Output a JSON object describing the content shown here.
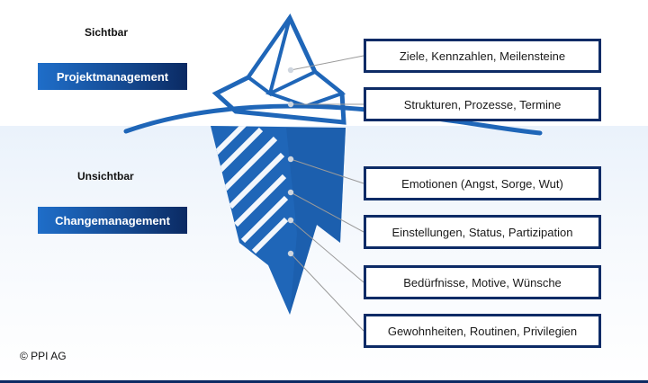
{
  "diagram": {
    "visible_label": "Sichtbar",
    "invisible_label": "Unsichtbar",
    "visible_category": "Projektmanagement",
    "invisible_category": "Changemanagement",
    "visible_items": [
      "Ziele, Kennzahlen, Meilensteine",
      "Strukturen, Prozesse, Termine"
    ],
    "invisible_items": [
      "Emotionen (Angst, Sorge, Wut)",
      "Einstellungen, Status, Partizipation",
      "Bedürfnisse, Motive, Wünsche",
      "Gewohnheiten, Routinen, Privilegien"
    ],
    "copyright": "© PPI AG"
  },
  "colors": {
    "navy": "#0d2b66",
    "iceberg_blue": "#1f66b8",
    "water_tint": "#eaf2fb",
    "connector_gray": "#9a9a9a"
  }
}
